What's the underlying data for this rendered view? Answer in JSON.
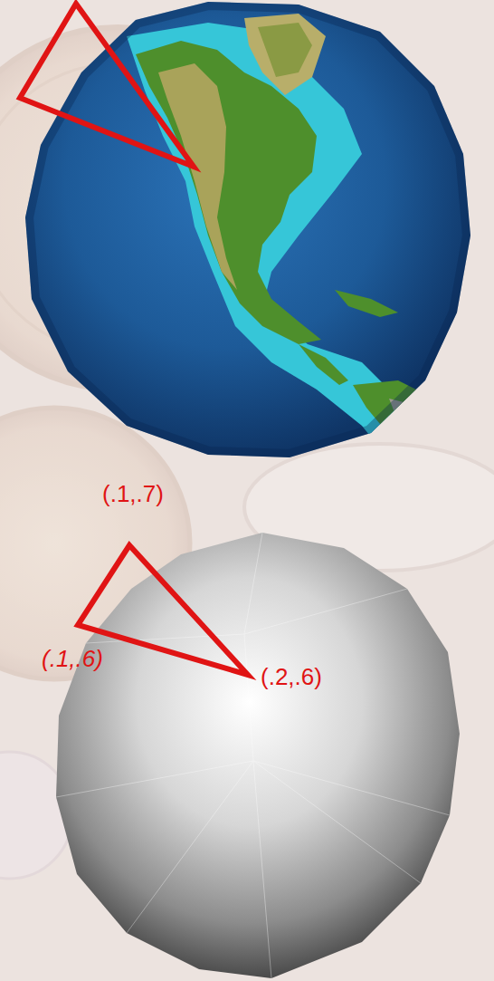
{
  "diagram": {
    "labels": [
      "(.1,.7)",
      "(.1,.6)",
      "(.2,.6)"
    ]
  }
}
